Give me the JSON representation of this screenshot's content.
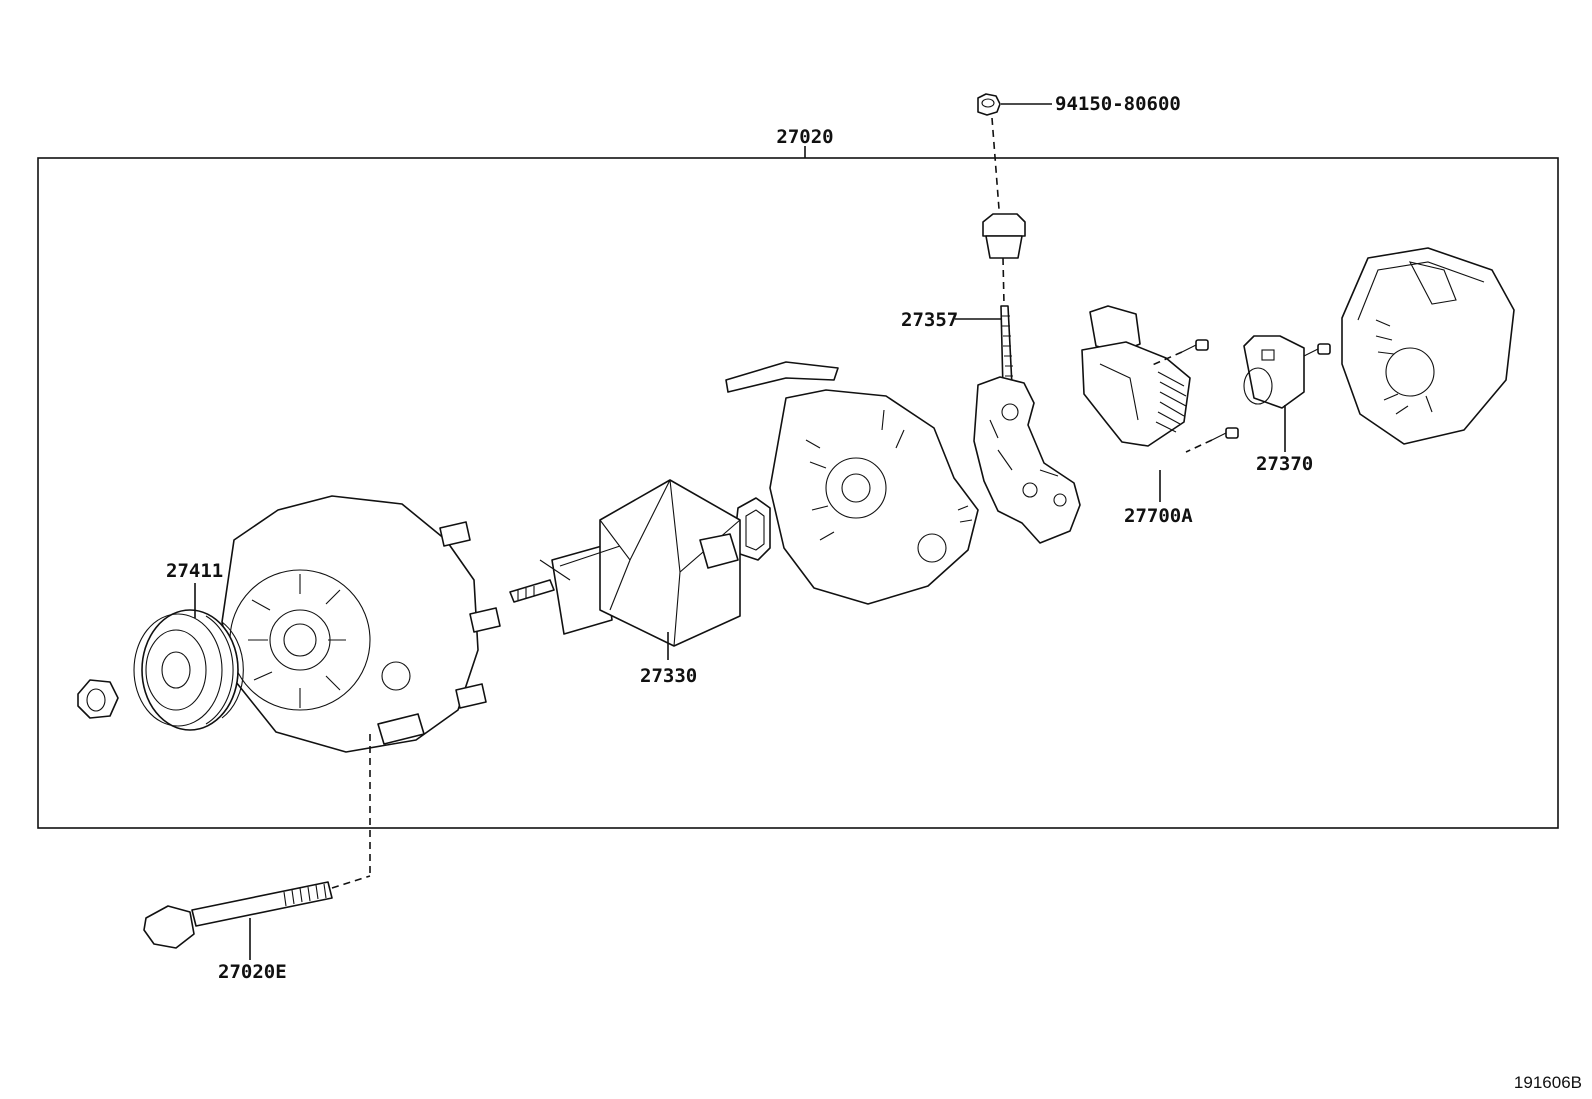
{
  "diagram": {
    "drawing_number": "191606B",
    "assembly_label": "27020",
    "callouts": [
      {
        "id": "nut-top",
        "part_number": "94150-80600"
      },
      {
        "id": "terminal",
        "part_number": "27357"
      },
      {
        "id": "regulator",
        "part_number": "27700A"
      },
      {
        "id": "brush-holder",
        "part_number": "27370"
      },
      {
        "id": "pulley",
        "part_number": "27411"
      },
      {
        "id": "rotor",
        "part_number": "27330"
      },
      {
        "id": "through-bolt",
        "part_number": "27020E"
      }
    ]
  }
}
